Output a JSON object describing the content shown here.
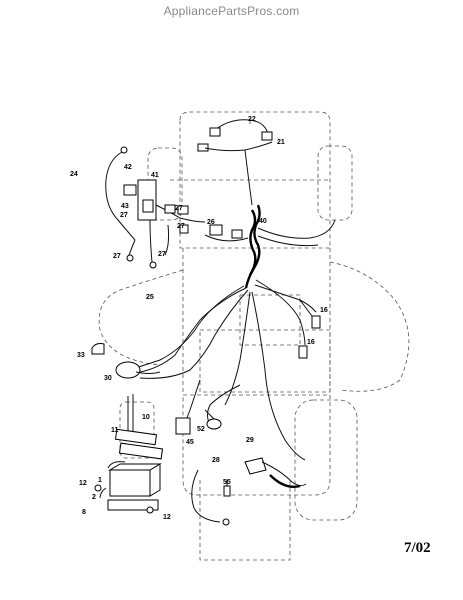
{
  "header": {
    "site": "AppliancePartsPros.com"
  },
  "footer": {
    "date_code": "7/02"
  },
  "callouts": [
    {
      "id": "c22",
      "text": "22"
    },
    {
      "id": "c21",
      "text": "21"
    },
    {
      "id": "c24",
      "text": "24"
    },
    {
      "id": "c42",
      "text": "42"
    },
    {
      "id": "c41",
      "text": "41"
    },
    {
      "id": "c43",
      "text": "43"
    },
    {
      "id": "c27a",
      "text": "27"
    },
    {
      "id": "c27b",
      "text": "27"
    },
    {
      "id": "c27c",
      "text": "27"
    },
    {
      "id": "c27d",
      "text": "27"
    },
    {
      "id": "c27e",
      "text": "27"
    },
    {
      "id": "c26",
      "text": "26"
    },
    {
      "id": "c40",
      "text": "40"
    },
    {
      "id": "c25",
      "text": "25"
    },
    {
      "id": "c16a",
      "text": "16"
    },
    {
      "id": "c16b",
      "text": "16"
    },
    {
      "id": "c33",
      "text": "33"
    },
    {
      "id": "c30",
      "text": "30"
    },
    {
      "id": "c10",
      "text": "10"
    },
    {
      "id": "c11",
      "text": "11"
    },
    {
      "id": "c45",
      "text": "45"
    },
    {
      "id": "c52",
      "text": "52"
    },
    {
      "id": "c29",
      "text": "29"
    },
    {
      "id": "c28",
      "text": "28"
    },
    {
      "id": "c55",
      "text": "55"
    },
    {
      "id": "c12a",
      "text": "12"
    },
    {
      "id": "c12b",
      "text": "12"
    },
    {
      "id": "c1",
      "text": "1"
    },
    {
      "id": "c2",
      "text": "2"
    },
    {
      "id": "c8",
      "text": "8"
    }
  ]
}
